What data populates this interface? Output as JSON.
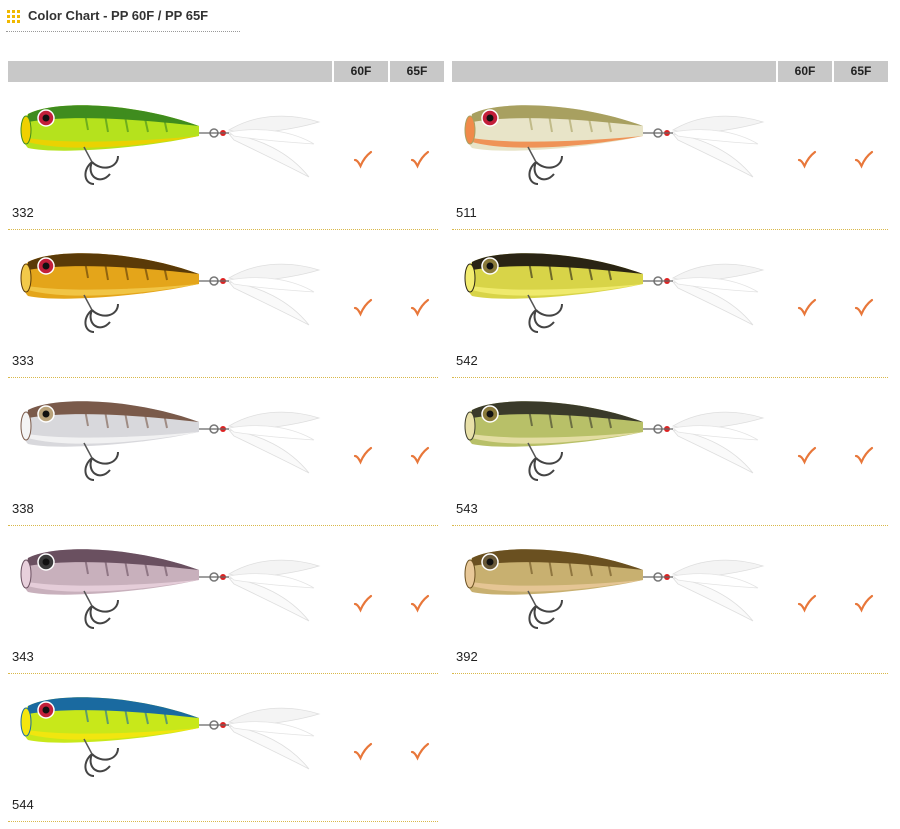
{
  "page": {
    "title": "Color Chart - PP 60F / PP 65F"
  },
  "table": {
    "columns": [
      "60F",
      "65F"
    ],
    "check_color": "#e8773a",
    "left_items": [
      {
        "code": "332",
        "in_60F": true,
        "in_65F": true,
        "colors": {
          "back": "#3f8c1e",
          "body": "#b5e21d",
          "belly": "#f0d000",
          "eye": "#c21f3a"
        }
      },
      {
        "code": "333",
        "in_60F": true,
        "in_65F": true,
        "colors": {
          "back": "#5a3a08",
          "body": "#e4a51a",
          "belly": "#f2c94a",
          "eye": "#c21f3a"
        }
      },
      {
        "code": "338",
        "in_60F": true,
        "in_65F": true,
        "colors": {
          "back": "#7a5a4a",
          "body": "#d8d8dc",
          "belly": "#f4f4f4",
          "eye": "#b9a27a"
        }
      },
      {
        "code": "343",
        "in_60F": true,
        "in_65F": true,
        "colors": {
          "back": "#6a5060",
          "body": "#c8b0bc",
          "belly": "#e8d0dc",
          "eye": "#3a3a3a"
        }
      },
      {
        "code": "544",
        "in_60F": true,
        "in_65F": true,
        "colors": {
          "back": "#1a6aa0",
          "body": "#c8e81a",
          "belly": "#f5e60e",
          "eye": "#c21f3a"
        }
      }
    ],
    "right_items": [
      {
        "code": "511",
        "in_60F": true,
        "in_65F": true,
        "colors": {
          "back": "#a8a060",
          "body": "#e8e4c8",
          "belly": "#f08a4a",
          "eye": "#c21f3a"
        }
      },
      {
        "code": "542",
        "in_60F": true,
        "in_65F": true,
        "colors": {
          "back": "#2a2414",
          "body": "#d8d448",
          "belly": "#f2ec70",
          "eye": "#8a7a3a"
        }
      },
      {
        "code": "543",
        "in_60F": true,
        "in_65F": true,
        "colors": {
          "back": "#3a3a2a",
          "body": "#b8c068",
          "belly": "#e8e0a8",
          "eye": "#8a7a3a"
        }
      },
      {
        "code": "392",
        "in_60F": true,
        "in_65F": true,
        "colors": {
          "back": "#6a5020",
          "body": "#c8b070",
          "belly": "#e8c898",
          "eye": "#6a5a3a"
        }
      }
    ]
  }
}
